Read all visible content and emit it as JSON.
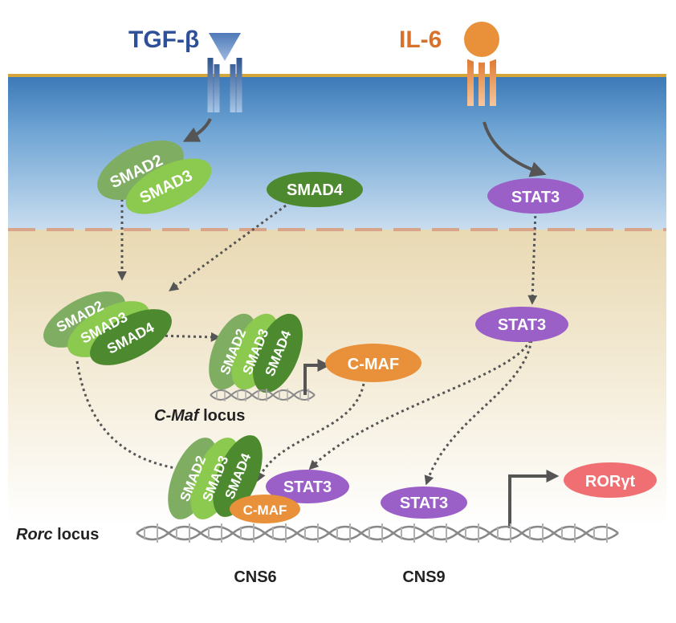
{
  "ligands": {
    "tgf": "TGF-β",
    "il6": "IL-6"
  },
  "nodes": {
    "smad2_top": "SMAD2",
    "smad3_top": "SMAD3",
    "smad4_top": "SMAD4",
    "stat3_top": "STAT3",
    "smad2_mid": "SMAD2",
    "smad3_mid": "SMAD3",
    "smad4_mid": "SMAD4",
    "stat3_mid": "STAT3",
    "smad2_cmaf": "SMAD2",
    "smad3_cmaf": "SMAD3",
    "smad4_cmaf": "SMAD4",
    "cmaf_product": "C-MAF",
    "smad2_rorc": "SMAD2",
    "smad3_rorc": "SMAD3",
    "smad4_rorc": "SMAD4",
    "stat3_rorc": "STAT3",
    "cmaf_rorc": "C-MAF",
    "stat3_cns9": "STAT3",
    "rorgt": "RORγt"
  },
  "loci": {
    "cmaf_italic": "C-Maf",
    "cmaf_suffix": " locus",
    "rorc_italic": "Rorc",
    "rorc_suffix": " locus"
  },
  "regions": {
    "cns6": "CNS6",
    "cns9": "CNS9"
  },
  "colors": {
    "tgf_text": "#2e4f99",
    "il6_text": "#d8722a",
    "smad2": "#7fae62",
    "smad3": "#8cc94f",
    "smad4": "#4d8a2f",
    "stat3": "#9b5fc8",
    "cmaf": "#e8913a",
    "rorgt": "#ef6f72",
    "arrow": "#555555"
  }
}
